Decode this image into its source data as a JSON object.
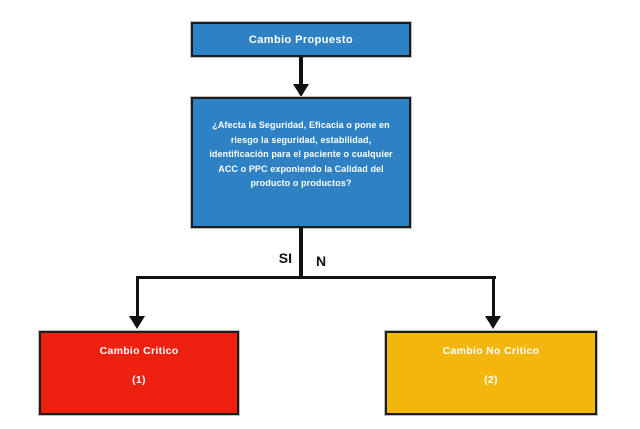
{
  "diagram": {
    "type": "flowchart",
    "background": "#ffffff",
    "nodes": {
      "proposed": {
        "label": "Cambio Propuesto",
        "fill": "#2E82C4",
        "text_color": "#ffffff"
      },
      "question": {
        "label": "¿Afecta la Seguridad, Eficacia o pone en riesgo la seguridad, estabilidad, identificación para el paciente o cualquier ACC o PPC exponiendo la Calidad del producto o productos?",
        "fill": "#2E82C4",
        "text_color": "#ffffff"
      },
      "critical": {
        "label": "Cambio Critico",
        "number": "(1)",
        "fill": "#EE2110",
        "text_color": "#ffffff"
      },
      "non_critical": {
        "label": "Cambio No Critico",
        "number": "(2)",
        "fill": "#F2B60C",
        "text_color": "#ffffff"
      }
    },
    "branch_labels": {
      "yes": "SI",
      "no": "N"
    },
    "connector_color": "#111111",
    "border_color": "#1c1c1c"
  }
}
